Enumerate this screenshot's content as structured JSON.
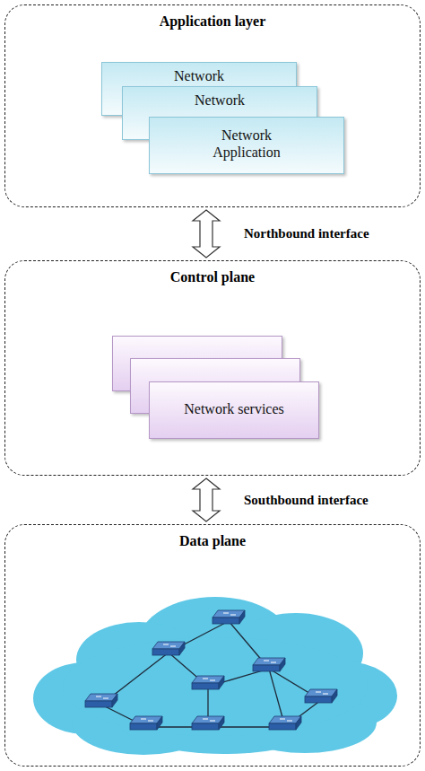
{
  "diagram": {
    "nodes": [
      {
        "text": [
          "Application layer"
        ]
      },
      {
        "text": [
          "Network"
        ],
        "in": 0
      },
      {
        "text": [
          "Network"
        ],
        "in": 0
      },
      {
        "text": [
          "Network Application"
        ],
        "in": 0
      },
      {
        "text": [
          "Control plane"
        ]
      },
      {
        "text": [
          "Network services"
        ],
        "in": 4
      },
      {
        "text": [
          "Data plane"
        ]
      }
    ],
    "edges": [
      {
        "from": 0,
        "to": 4,
        "label": "Northbound interface",
        "arrow": "both"
      },
      {
        "from": 4,
        "to": 6,
        "label": "Southbound interface",
        "arrow": "both"
      }
    ]
  }
}
